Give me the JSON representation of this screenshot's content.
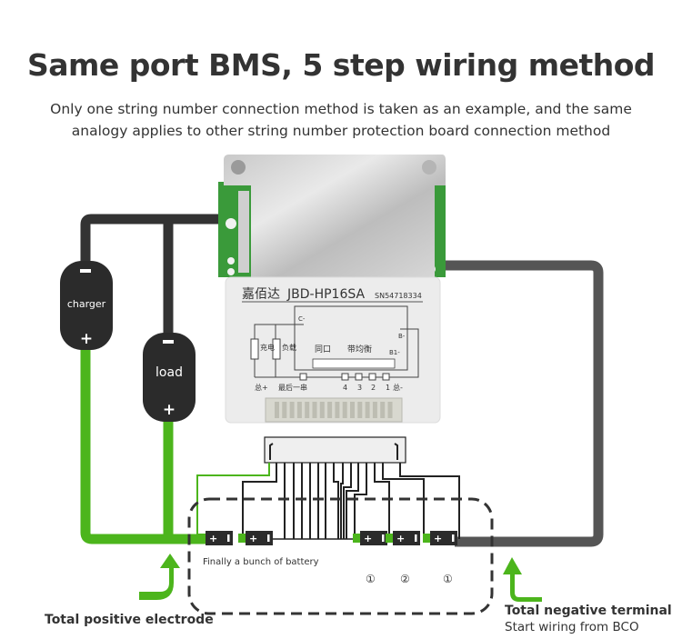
{
  "header": {
    "title": "Same port BMS, 5 step wiring method",
    "subtitle_line1": "Only one string number connection method is taken as an example, and the same",
    "subtitle_line2": "analogy applies to other string number protection board connection method"
  },
  "devices": {
    "charger": {
      "label": "charger",
      "negative": "−",
      "positive": "+"
    },
    "load": {
      "label": "load",
      "negative": "−",
      "positive": "+"
    }
  },
  "bms_board": {
    "brand": "嘉佰达",
    "model": "JBD-HP16SA",
    "serial": "SN54718334",
    "port_c": "C-",
    "port_b": "B-",
    "port_b1": "B1-",
    "label_charge": "充电",
    "label_load": "负载",
    "label_same_port": "同口",
    "label_balance": "带均衡",
    "bottom_labels": [
      "总+",
      "最后一串",
      "4",
      "3",
      "2",
      "1",
      "总-"
    ]
  },
  "battery_pack": {
    "note": "Finally a bunch of battery",
    "cell_plus": "+",
    "cell_minus": "−",
    "step_markers": [
      "①",
      "②",
      "①"
    ]
  },
  "captions": {
    "positive": "Total positive electrode",
    "negative_title": "Total negative terminal",
    "negative_sub": "Start wiring from BCO"
  },
  "colors": {
    "wire_dark": "#333333",
    "wire_gray": "#555555",
    "wire_green": "#4cb51c",
    "board_pcb": "#3a9a3a"
  }
}
